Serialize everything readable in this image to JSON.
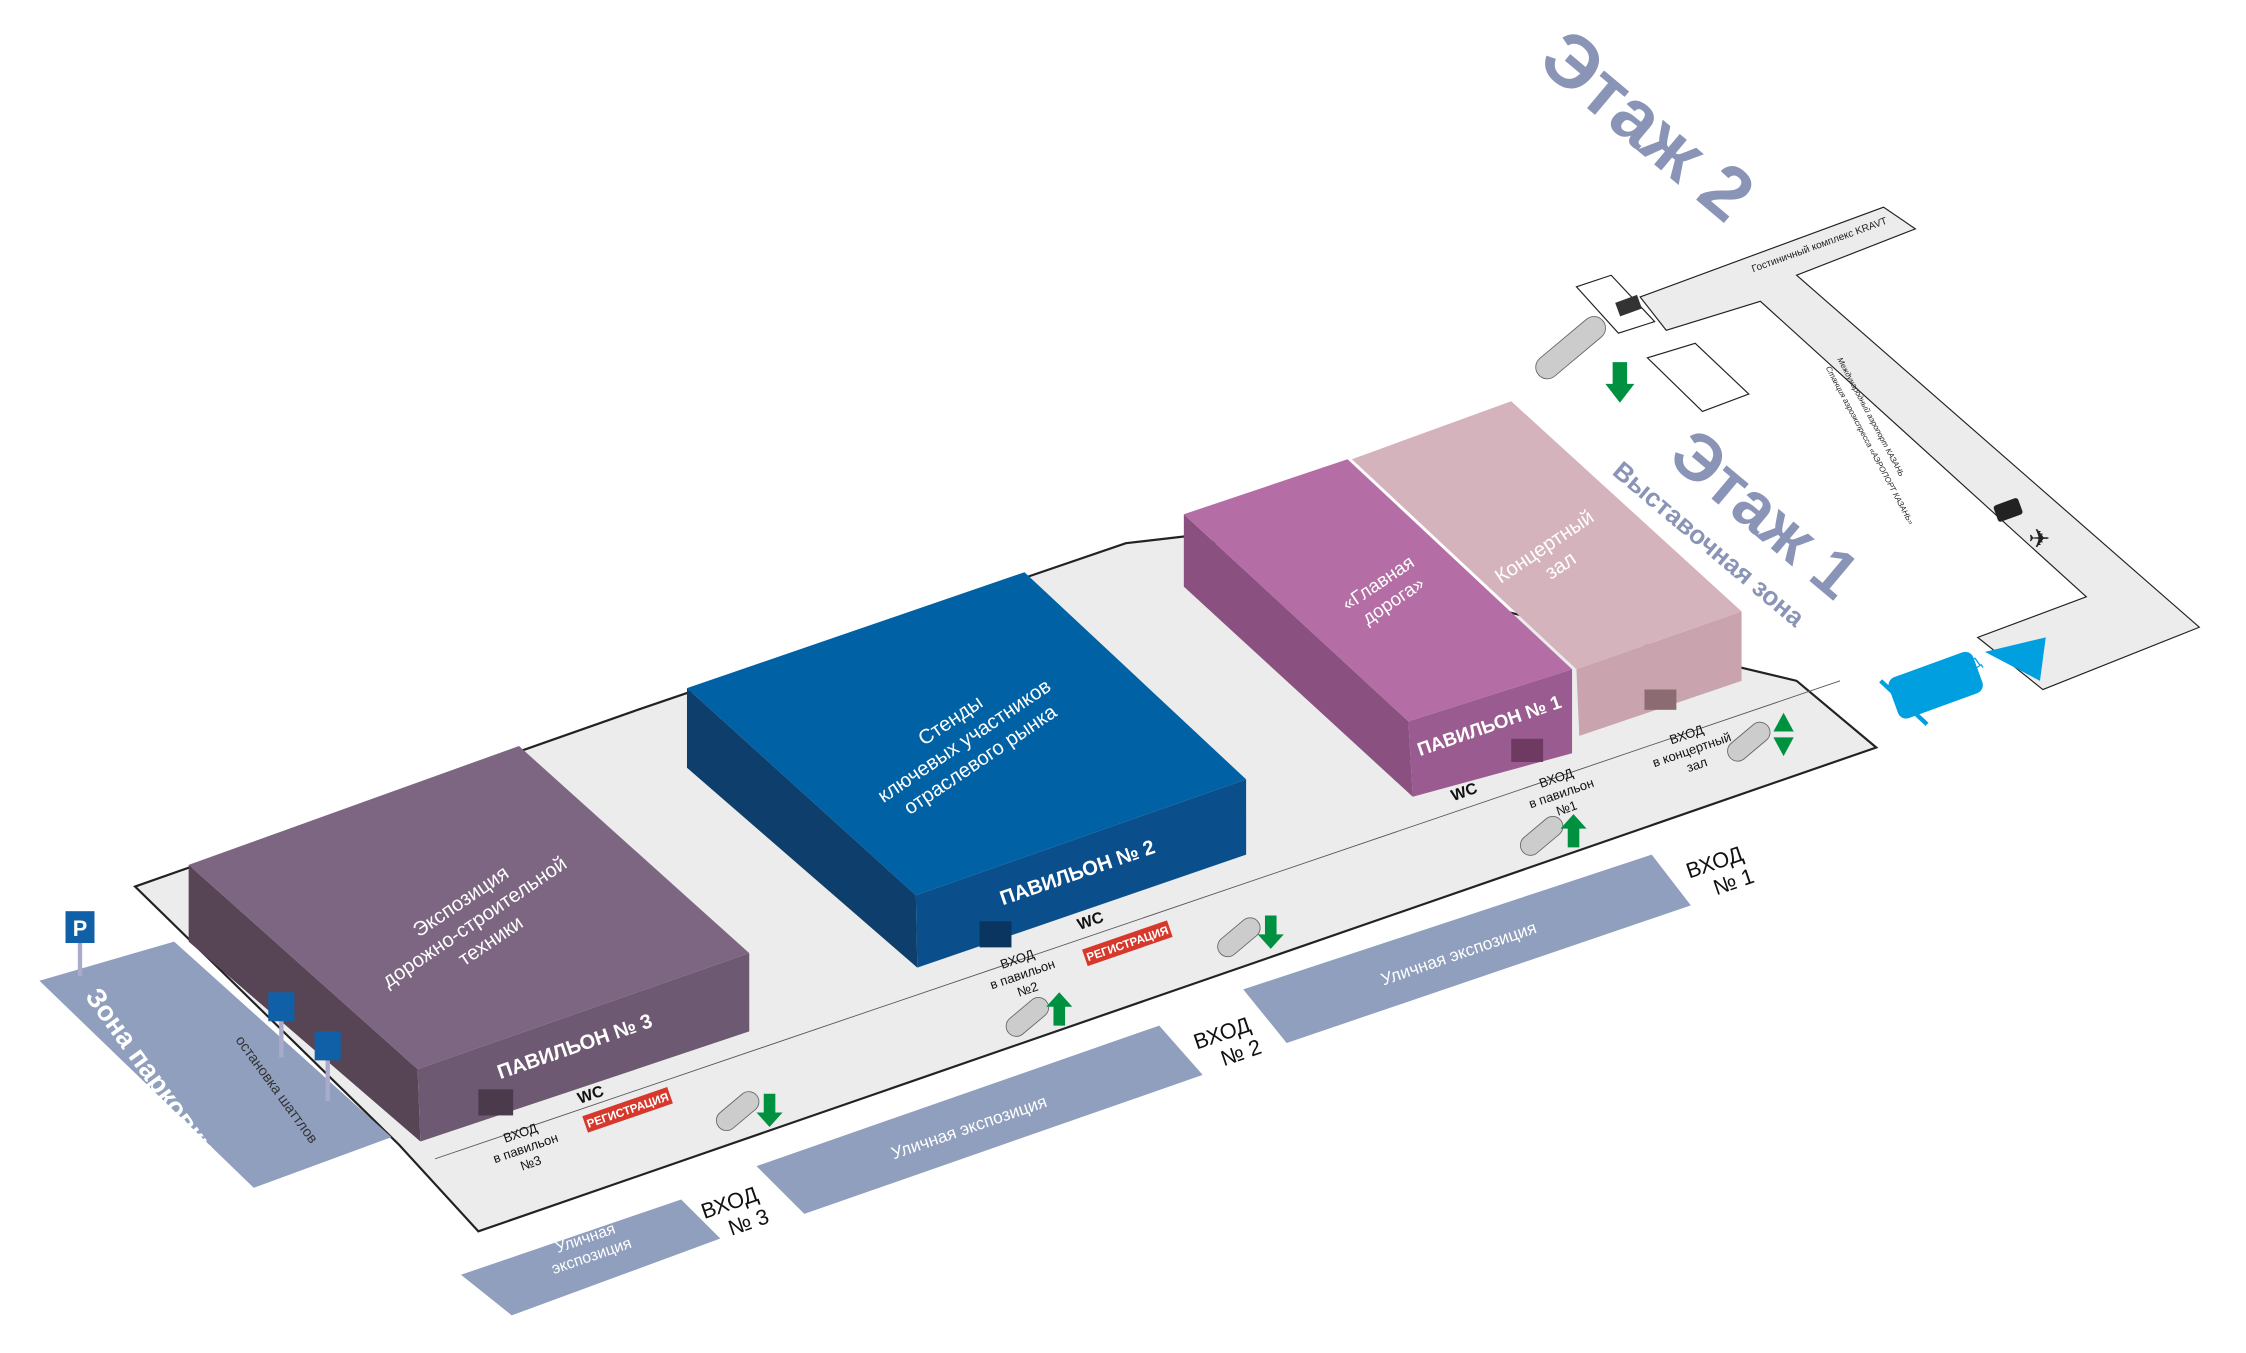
{
  "floors": {
    "floor2": "Этаж 2",
    "floor1": "Этаж 1",
    "floor1_sub": "Выставочная зона"
  },
  "pavilions": [
    {
      "name": "ПАВИЛЬОН № 3",
      "title_lines": [
        "Экспозиция",
        "дорожно-строительной",
        "техники"
      ],
      "color": "#7d6682"
    },
    {
      "name": "ПАВИЛЬОН № 2",
      "title_lines": [
        "Стенды",
        "ключевых участников",
        "отраслевого рынка"
      ],
      "color": "#0061a4"
    },
    {
      "name": "ПАВИЛЬОН № 1",
      "title_lines": [
        "«Главная",
        "дорога»"
      ],
      "color": "#b46ea5"
    },
    {
      "name": "",
      "title_lines": [
        "Концертный",
        "зал"
      ],
      "color": "#d5b3bc"
    }
  ],
  "entrances_inner": [
    {
      "lines": [
        "ВХОД",
        "в павильон",
        "№3"
      ]
    },
    {
      "lines": [
        "ВХОД",
        "в павильон",
        "№2"
      ]
    },
    {
      "lines": [
        "ВХОД",
        "в павильон",
        "№1"
      ]
    },
    {
      "lines": [
        "ВХОД",
        "в концертный",
        "зал"
      ]
    }
  ],
  "entrances_outer": [
    {
      "lines": [
        "ВХОД",
        "№ 3"
      ]
    },
    {
      "lines": [
        "ВХОД",
        "№ 2"
      ]
    },
    {
      "lines": [
        "ВХОД",
        "№ 1"
      ]
    }
  ],
  "wc_label": "WC",
  "registration_label": "РЕГИСТРАЦИЯ",
  "street_expo": [
    "Уличная",
    "экспозиция",
    "Уличная экспозиция"
  ],
  "parking": {
    "label": "Зона парковки",
    "sign": "P",
    "shuttle_stop": "остановка шаттлов"
  },
  "corridor": {
    "hotel": "Гостиничный комплекс KRAVT",
    "airport_line1": "Международный аэропорт КАЗАНЬ",
    "airport_line2": "Станция аэроэкспресса «АЭРОПОРТ КАЗАНЬ»",
    "rail": "ЖД"
  },
  "colors": {
    "arrow": "#009140",
    "registration": "#d6382c",
    "street": "#8f9fbd",
    "floor_text": "#8a94b6",
    "rail": "#009fe0",
    "floor": "#ececec"
  }
}
